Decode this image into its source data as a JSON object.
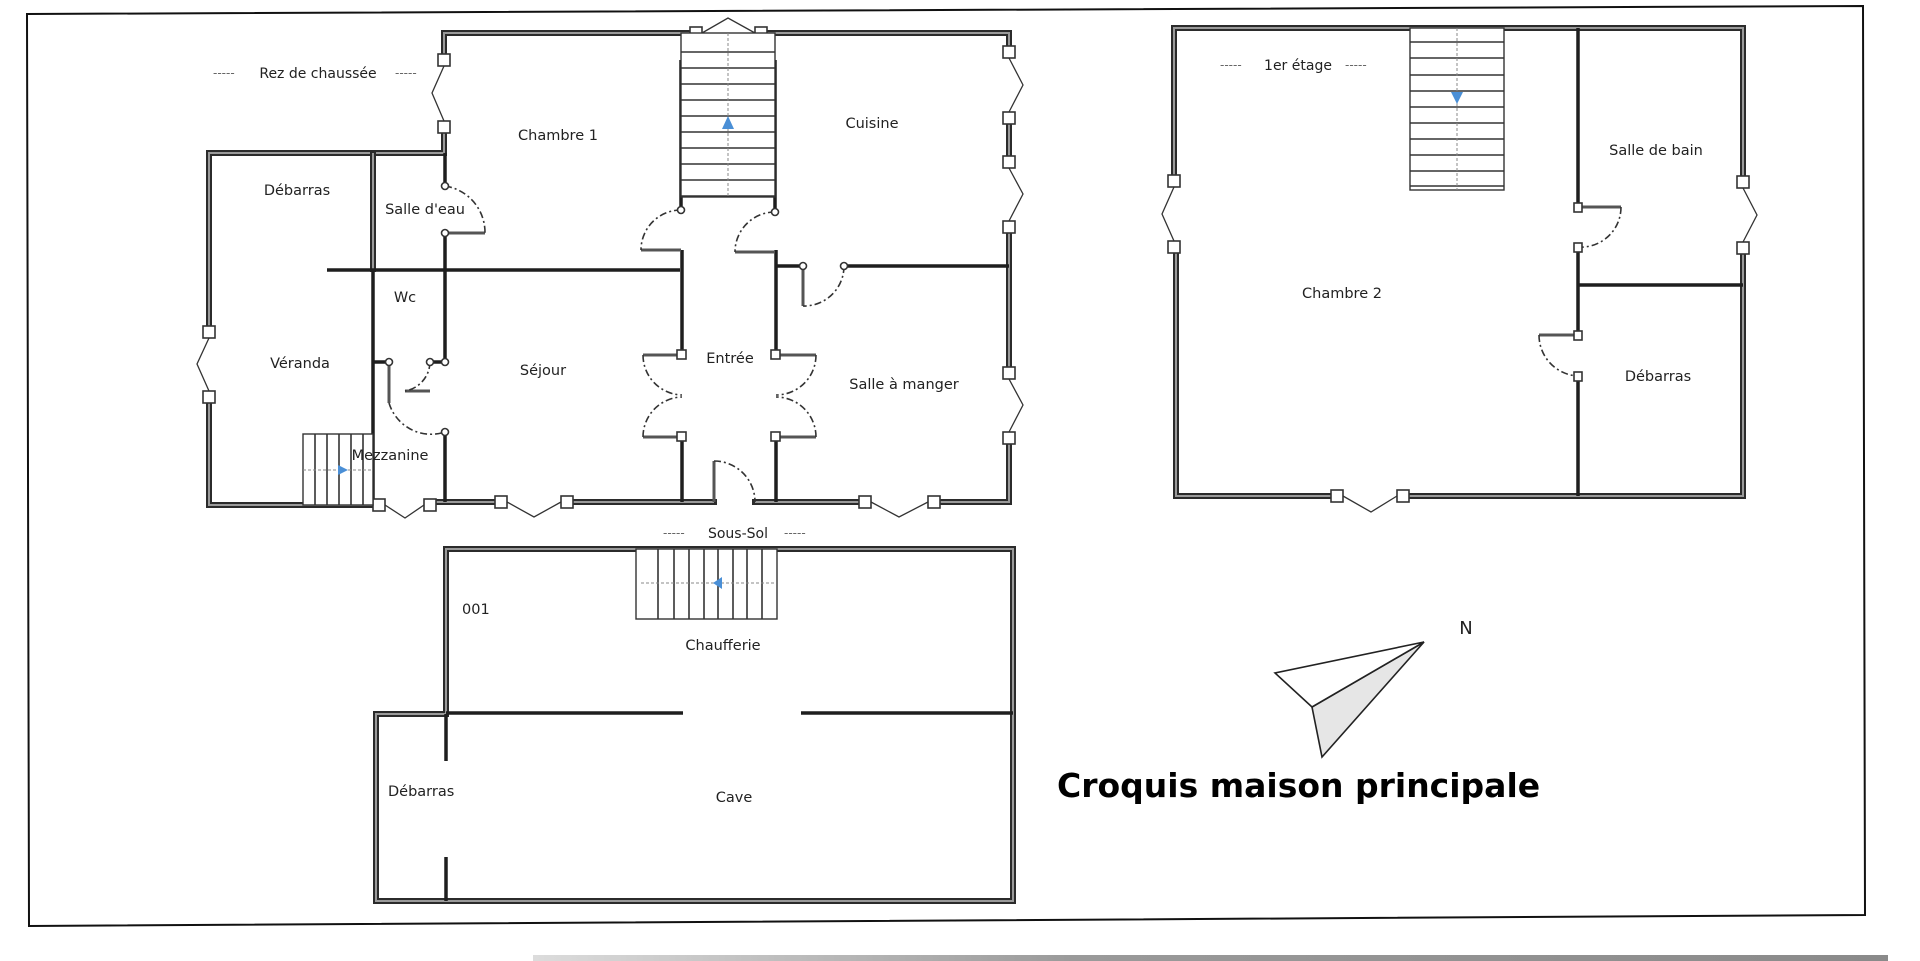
{
  "title": "Croquis maison principale",
  "compass": {
    "label": "N"
  },
  "floors": {
    "ground": {
      "label": "Rez de chaussée",
      "rooms": [
        "Chambre 1",
        "Cuisine",
        "Débarras",
        "Salle d'eau",
        "Wc",
        "Véranda",
        "Mezzanine",
        "Séjour",
        "Entrée",
        "Salle à manger"
      ]
    },
    "first": {
      "label": "1er étage",
      "rooms": [
        "Salle de bain",
        "Chambre 2",
        "Débarras"
      ]
    },
    "basement": {
      "label": "Sous-Sol",
      "rooms": [
        "001",
        "Chaufferie",
        "Débarras",
        "Cave"
      ]
    }
  },
  "colors": {
    "wall": "#2b2b2b",
    "stair_arrow": "#4a8fd6",
    "compass_shade": "#e6e6e6"
  }
}
